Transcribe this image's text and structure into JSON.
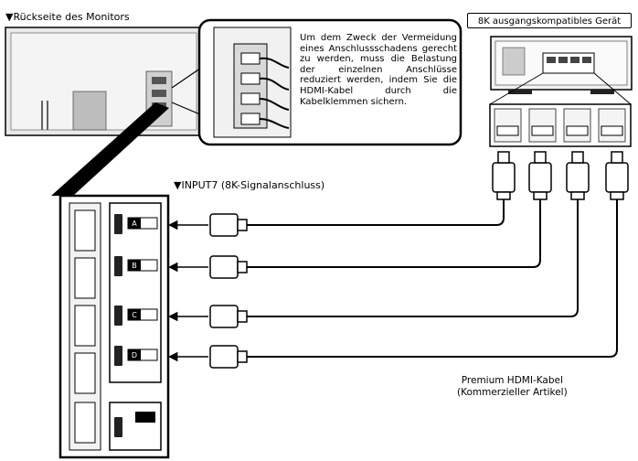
{
  "labels": {
    "rear_side": "▼Rückseite des Monitors",
    "device": "8K ausgangskompatibles Gerät",
    "input7": "▼INPUT7 (8K-Signalanschluss)",
    "cable_line1": "Premium HDMI-Kabel",
    "cable_line2": "(Kommerzieller Artikel)"
  },
  "note": "Um dem Zweck der Vermeidung eines Anschlussschadens gerecht zu werden, muss die Belastung der einzelnen Anschlüsse reduziert werden, indem Sie die HDMI-Kabel durch die Kabelklemmen sichern.",
  "ports": [
    "A",
    "B",
    "C",
    "D"
  ],
  "colors": {
    "line": "#000000",
    "panel": "#e6e6e6",
    "device_body": "#f2f2f2"
  }
}
